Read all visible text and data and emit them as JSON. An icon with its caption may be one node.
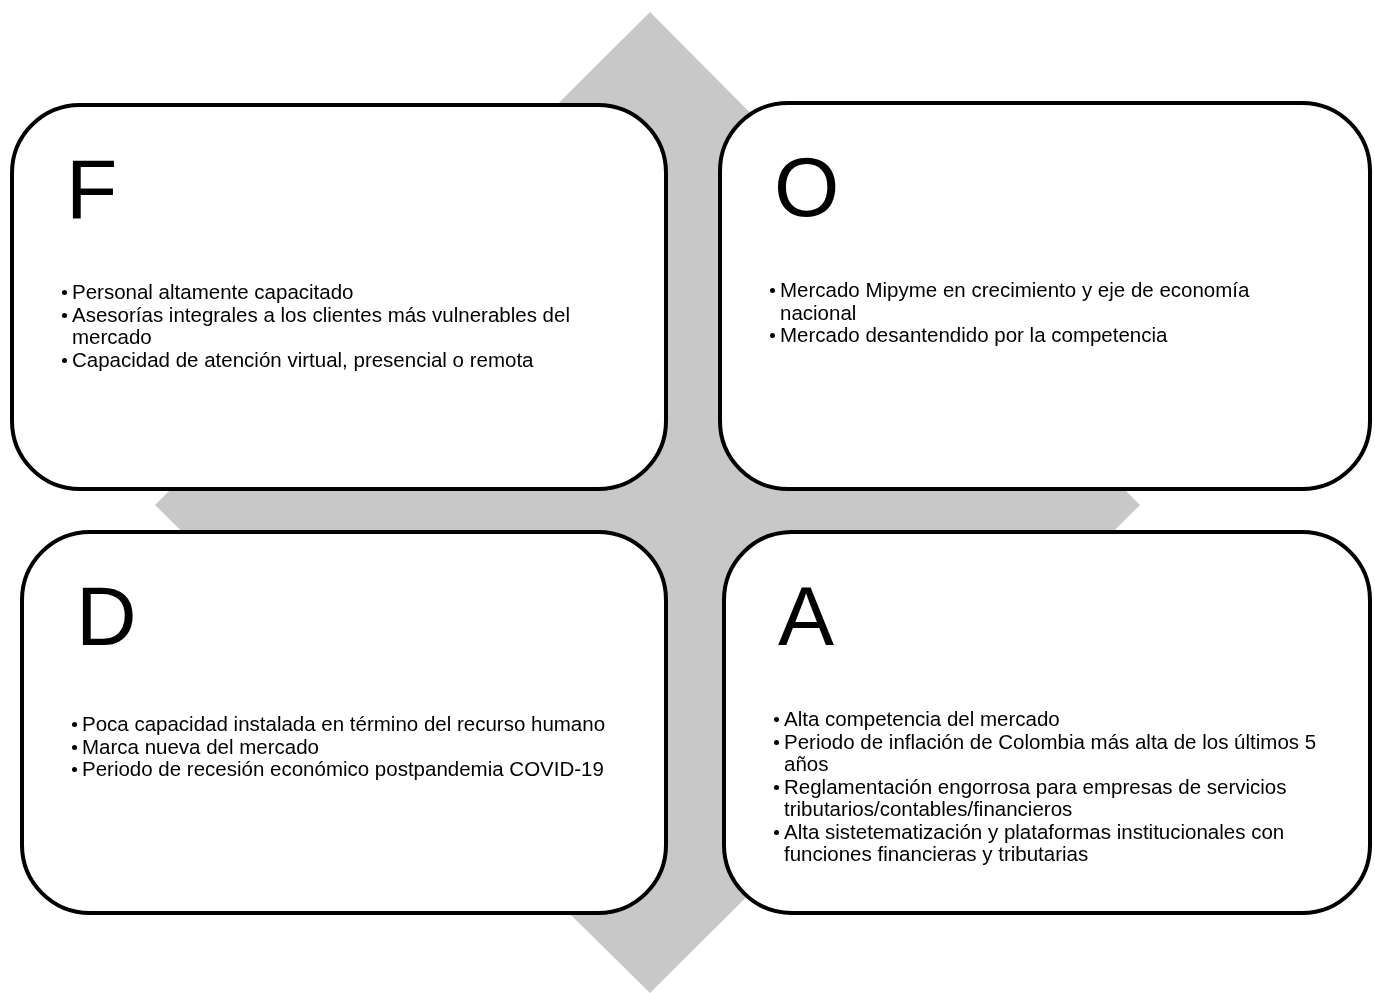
{
  "diagram": {
    "nodes": [
      {
        "text": [
          "F",
          "Personal altamente capacitado",
          "Asesorías integrales a los clientes más vulnerables del mercado",
          "Capacidad de atención virtual, presencial o remota"
        ]
      },
      {
        "text": [
          "O",
          "Mercado Mipyme en crecimiento y eje de economía nacional",
          "Mercado desantendido por la competencia"
        ]
      },
      {
        "text": [
          "D",
          "Poca capacidad instalada en término del recurso humano",
          "Marca nueva del mercado",
          "Periodo de recesión económico postpandemia COVID-19"
        ]
      },
      {
        "text": [
          "A",
          "Alta competencia del mercado",
          "Periodo de inflación de Colombia más alta de los últimos 5 años",
          "Reglamentación engorrosa para empresas de servicios tributarios/contables/financieros",
          "Alta sistetematización y plataformas institucionales con funciones financieras y tributarias"
        ]
      }
    ],
    "edges": []
  }
}
